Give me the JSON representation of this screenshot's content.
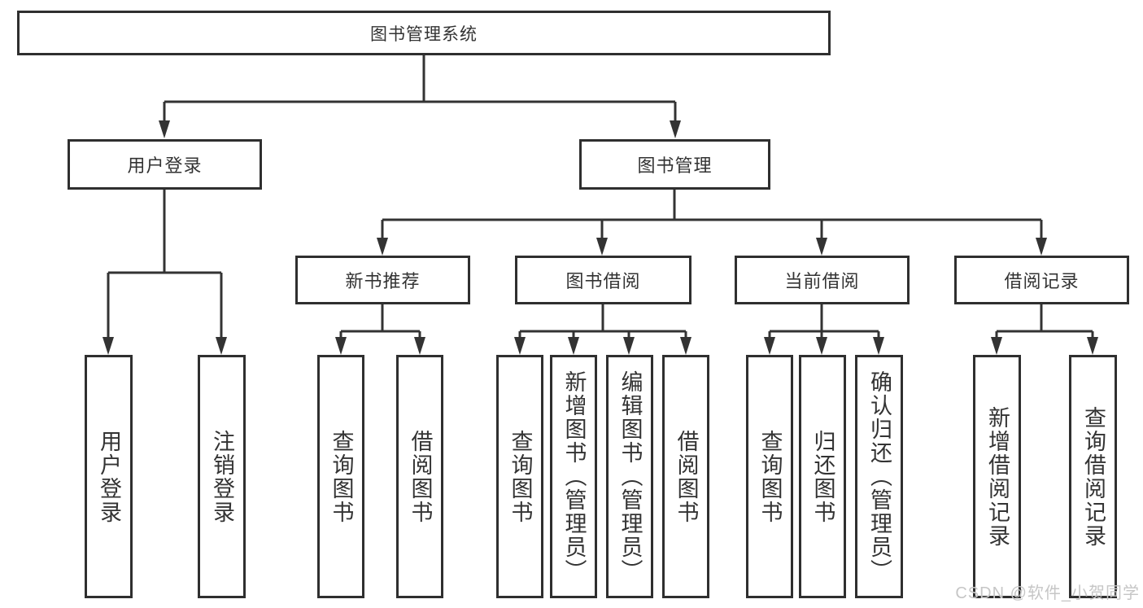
{
  "diagram": {
    "root": {
      "label": "图书管理系统"
    },
    "branches": [
      {
        "label": "用户登录",
        "children": [
          {
            "label": "用户登录"
          },
          {
            "label": "注销登录"
          }
        ]
      },
      {
        "label": "图书管理",
        "children": [
          {
            "label": "新书推荐",
            "children": [
              {
                "label": "查询图书"
              },
              {
                "label": "借阅图书"
              }
            ]
          },
          {
            "label": "图书借阅",
            "children": [
              {
                "label": "查询图书"
              },
              {
                "label": "新增图书（管理员）"
              },
              {
                "label": "编辑图书（管理员）"
              },
              {
                "label": "借阅图书"
              }
            ]
          },
          {
            "label": "当前借阅",
            "children": [
              {
                "label": "查询图书"
              },
              {
                "label": "归还图书"
              },
              {
                "label": "确认归还（管理员）"
              }
            ]
          },
          {
            "label": "借阅记录",
            "children": [
              {
                "label": "新增借阅记录"
              },
              {
                "label": "查询借阅记录"
              }
            ]
          }
        ]
      }
    ],
    "watermark": {
      "text": "CSDN @软件_小贺同学"
    },
    "colors": {
      "line": "#333333",
      "box_border": "#2f2f2f",
      "text": "#333333",
      "watermark": "#c6c6c6",
      "background": "#ffffff"
    }
  }
}
